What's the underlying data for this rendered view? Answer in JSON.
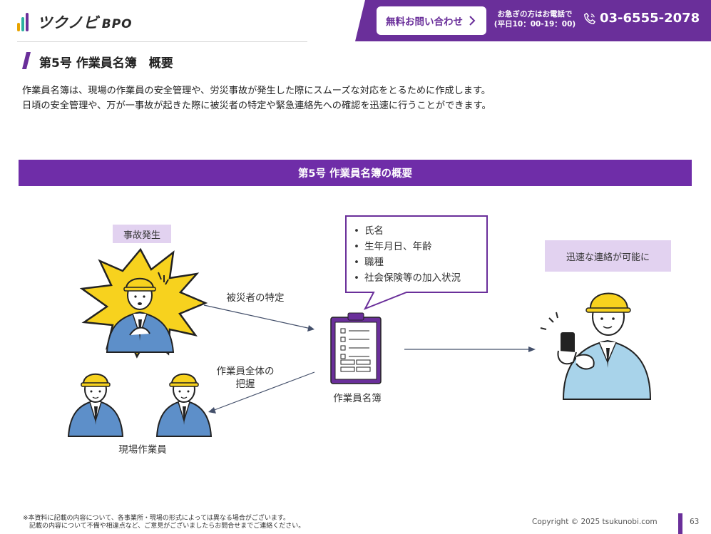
{
  "brand": {
    "logo_text": "ツクノビ",
    "logo_suffix": "BPO",
    "colors": {
      "purple": "#6a2f9a",
      "band": "#6f2da8",
      "tag": "#e2d2f0",
      "yellow": "#f7d21e"
    }
  },
  "header": {
    "contact_label": "無料お問い合わせ",
    "urgent_line1": "お急ぎの方はお電話で",
    "urgent_line2": "(平日10：00-19：00)",
    "phone": "03-6555-2078",
    "icons": {
      "contact": "chevron-right-icon",
      "phone": "phone-icon"
    }
  },
  "page": {
    "title": "第5号 作業員名簿　概要",
    "intro_line1": "作業員名簿は、現場の作業員の安全管理や、労災事故が発生した際にスムーズな対応をとるために作成します。",
    "intro_line2": "日頃の安全管理や、万が一事故が起きた際に被災者の特定や緊急連絡先への確認を迅速に行うことができます。"
  },
  "diagram": {
    "band_title": "第5号 作業員名簿の概要",
    "accident_tag": "事故発生",
    "fast_tag": "迅速な連絡が可能に",
    "identify_label": "被災者の特定",
    "whole_label_line1": "作業員全体の",
    "whole_label_line2": "把握",
    "roster_label": "作業員名簿",
    "site_label": "現場作業員",
    "bubble_items": [
      "氏名",
      "生年月日、年齢",
      "職種",
      "社会保険等の加入状況"
    ]
  },
  "footer": {
    "note_line1": "※本資料に記載の内容について、各事業所・現場の形式によっては異なる場合がございます。",
    "note_line2": "記載の内容について不備や相違点など、ご意見がございましたらお問合せまでご連絡ください。",
    "copyright": "Copyright © 2025 tsukunobi.com",
    "page_number": "63"
  }
}
